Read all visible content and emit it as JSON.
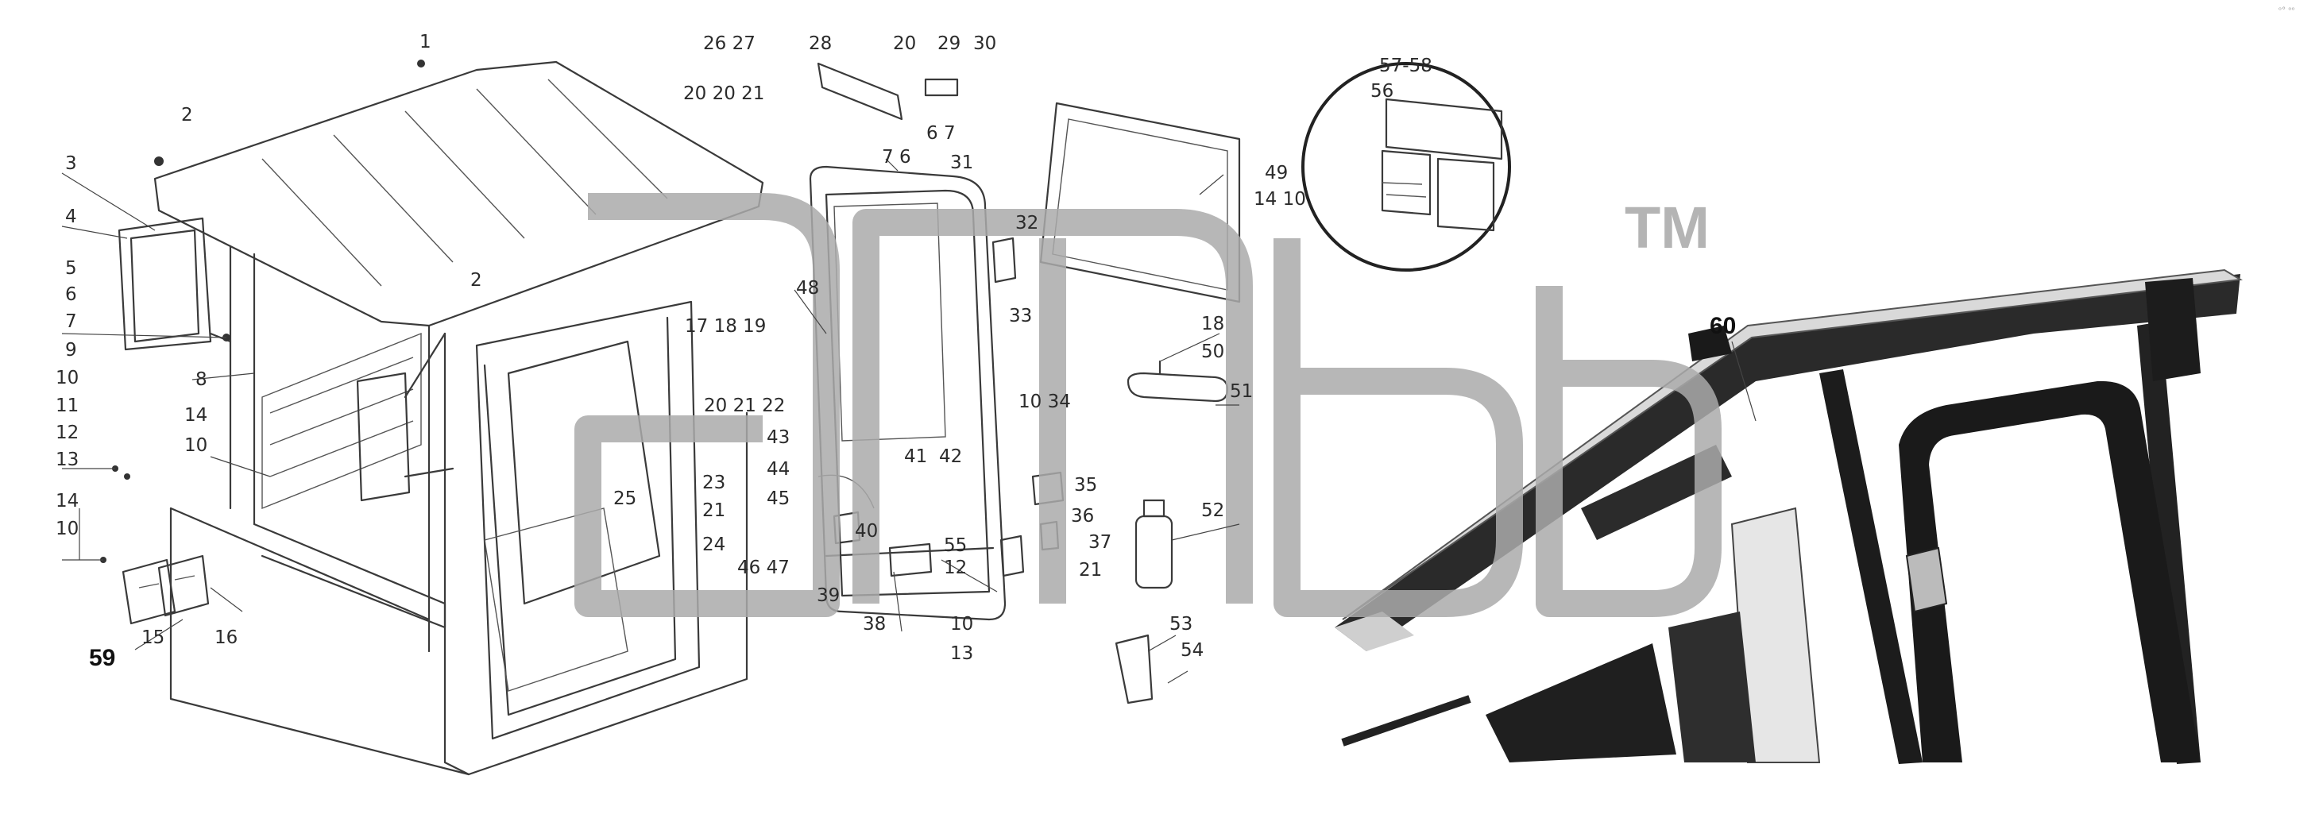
{
  "diagram": {
    "watermark": {
      "trademark": "TM"
    },
    "corner_mark": "ᵒ° ᵒᵒ",
    "callouts": {
      "c1": "1",
      "c2a": "2",
      "c2b": "2",
      "c3": "3",
      "c4": "4",
      "c5": "5",
      "c6": "6",
      "c7": "7",
      "c9": "9",
      "c10a": "10",
      "c11": "11",
      "c12a": "12",
      "c13a": "13",
      "c8": "8",
      "c14a": "14",
      "c10b": "10",
      "c14b": "14",
      "c10c": "10",
      "c59": "59",
      "c15": "15",
      "c16": "16",
      "c26_27": "26 27",
      "c28": "28",
      "c20a": "20",
      "c29": "29",
      "c30": "30",
      "c20_20_21": "20 20 21",
      "c7_6": "7 6",
      "c6_7": "6 7",
      "c31": "31",
      "c49": "49",
      "c14_10": "14 10",
      "c32": "32",
      "c33": "33",
      "c48": "48",
      "c17_18_19": "17 18 19",
      "c20_21_22": "20 21 22",
      "c18": "18",
      "c50": "50",
      "c51": "51",
      "c10_34": "10 34",
      "c43": "43",
      "c44": "44",
      "c45": "45",
      "c41": "41",
      "c42": "42",
      "c23": "23",
      "c25": "25",
      "c21a": "21",
      "c24": "24",
      "c46_47": "46 47",
      "c40": "40",
      "c55": "55",
      "c12b": "12",
      "c39": "39",
      "c38": "38",
      "c10d": "10",
      "c13b": "13",
      "c35": "35",
      "c36": "36",
      "c37": "37",
      "c21b": "21",
      "c52": "52",
      "c53": "53",
      "c54": "54",
      "c57_58": "57-58",
      "c56": "56",
      "c60": "60"
    }
  }
}
